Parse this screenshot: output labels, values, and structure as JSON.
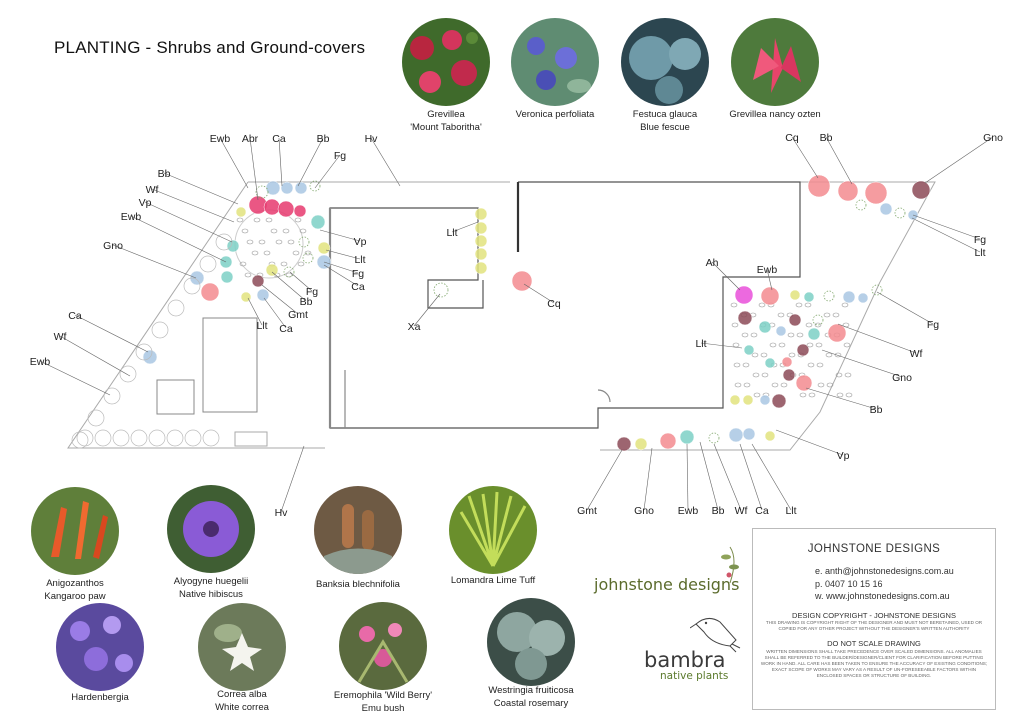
{
  "title": "PLANTING - Shrubs and Ground-covers",
  "top_plants": [
    {
      "line1": "Grevillea",
      "line2": "'Mount Taboritha'",
      "icon": "grevillea-photo"
    },
    {
      "line1": "Veronica perfoliata",
      "line2": "",
      "icon": "veronica-photo"
    },
    {
      "line1": "Festuca glauca",
      "line2": "Blue fescue",
      "icon": "festuca-photo"
    },
    {
      "line1": "Grevillea nancy ozten",
      "line2": "",
      "icon": "grevillea-nancy-photo"
    }
  ],
  "bottom_plants": [
    {
      "line1": "Anigozanthos",
      "line2": "Kangaroo paw",
      "icon": "kangaroo-paw-photo"
    },
    {
      "line1": "Alyogyne huegelii",
      "line2": "Native hibiscus",
      "icon": "native-hibiscus-photo"
    },
    {
      "line1": "Banksia blechnifolia",
      "line2": "",
      "icon": "banksia-photo"
    },
    {
      "line1": "Lomandra Lime Tuff",
      "line2": "",
      "icon": "lomandra-photo"
    },
    {
      "line1": "Hardenbergia",
      "line2": "",
      "icon": "hardenbergia-photo"
    },
    {
      "line1": "Correa alba",
      "line2": "White correa",
      "icon": "correa-photo"
    },
    {
      "line1": "Eremophila 'Wild Berry'",
      "line2": "Emu bush",
      "icon": "eremophila-photo"
    },
    {
      "line1": "Westringia fruiticosa",
      "line2": "Coastal rosemary",
      "icon": "westringia-photo"
    }
  ],
  "plan_labels": {
    "left": [
      "Ewb",
      "Abr",
      "Ca",
      "Bb",
      "Hv",
      "Fg",
      "Bb",
      "Wf",
      "Vp",
      "Ewb",
      "Gno",
      "Vp",
      "Llt",
      "Fg",
      "Ca",
      "Fg",
      "Bb",
      "Gmt",
      "Llt",
      "Ca",
      "Ca",
      "Wf",
      "Ewb"
    ],
    "centre": [
      "Llt",
      "Cq",
      "Xa",
      "Hv"
    ],
    "right": [
      "Cq",
      "Bb",
      "Gno",
      "Fg",
      "Llt",
      "Ah",
      "Ewb",
      "Fg",
      "Llt",
      "Wf",
      "Gno",
      "Bb",
      "Vp"
    ],
    "bottom": [
      "Gmt",
      "Gno",
      "Ewb",
      "Bb",
      "Wf",
      "Ca",
      "Llt"
    ]
  },
  "title_block": {
    "company": "JOHNSTONE DESIGNS",
    "email": "e. anth@johnstonedesigns.com.au",
    "phone": "p. 0407 10 15 16",
    "web": "w. www.johnstonedesigns.com.au",
    "copyright_heading": "DESIGN COPYRIGHT - JOHNSTONE DESIGNS",
    "copyright_text": "THIS DRAWING IS COPYRIGHT RIGHT OF THE DESIGNER AND MUST NOT BERETAINED, USED OR COPIED FOR ANY OTHER PROJECT WITHOUT THE DESIGNER'S WRITTEN AUTHORITY",
    "scale_heading": "DO NOT SCALE DRAWING",
    "scale_text": "WRITTEN DIMENSIONS SHALL TAKE PRECEDENCE OVER SCALED DIMENSIONS. ALL ANOMALIES SHALL BE REFERRED TO THE BUILDER/DESIGNER/CLIENT FOR CLARIFICATION BEFORE PUTTING WORK IN HAND. ALL CARE HAS BEEN TAKEN TO ENSURE THE ACCURACY OF EXISTING CONDITIONS; EXACT SCOPE OF WORKS MAY VARY AS A RESULT OF UN-FORESEEABLE FACTORS WITHIN ENCLOSED SPACES OR STRUCTURE OF BUILDING."
  },
  "logos": {
    "johnstone": "johnstone designs",
    "bambra": "bambra",
    "bambra_sub": "native plants"
  },
  "colors": {
    "grevillea": "#e63a6e",
    "grevillea_nancy": "#f38b8f",
    "festuca": "#a9c7e3",
    "veronica": "#7dd0c6",
    "lomandra": "#e2e37e",
    "eremophila": "#8c4a57",
    "hibiscus": "#e94fd9",
    "shrub_outline": "#7fa66a"
  }
}
